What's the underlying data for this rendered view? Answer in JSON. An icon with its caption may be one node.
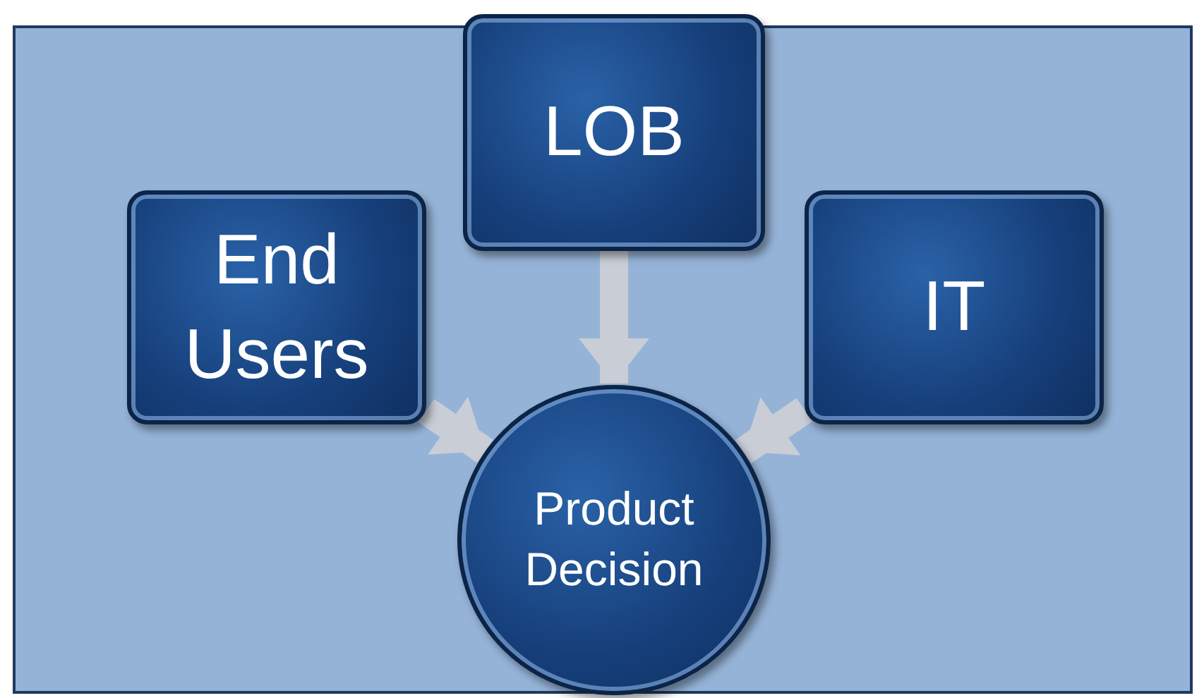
{
  "diagram": {
    "nodes": [
      {
        "text": [
          "End Users"
        ]
      },
      {
        "text": [
          "LOB"
        ]
      },
      {
        "text": [
          "IT"
        ]
      },
      {
        "text": [
          "Product Decision"
        ]
      }
    ],
    "edges": [
      {
        "from": 0,
        "to": 3,
        "arrow": "to"
      },
      {
        "from": 1,
        "to": 3,
        "arrow": "to"
      },
      {
        "from": 2,
        "to": 3,
        "arrow": "to"
      }
    ]
  }
}
